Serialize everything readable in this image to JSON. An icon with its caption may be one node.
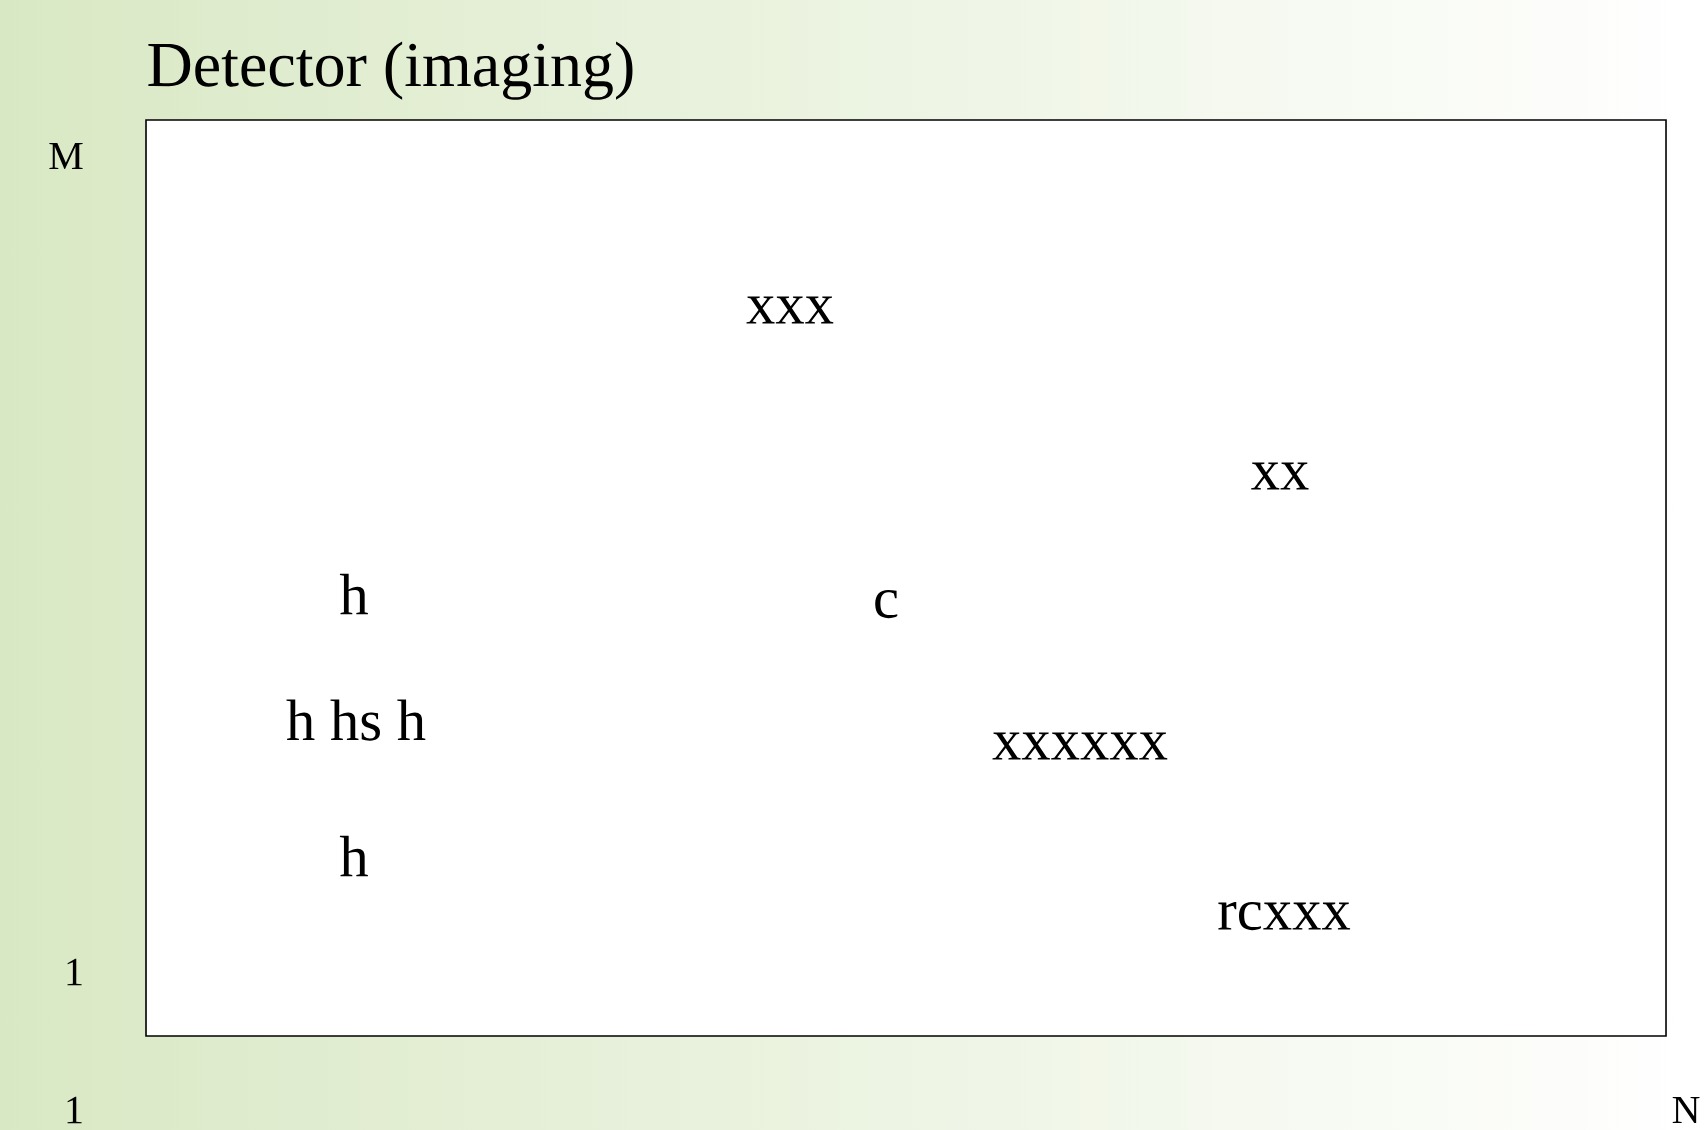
{
  "diagram": {
    "title": "Detector (imaging)",
    "nodes": [
      {
        "text": [
          "xxx",
          "xx",
          "h",
          "c",
          "h hs h",
          "xxxxxx",
          "h",
          "rcxxx"
        ]
      }
    ],
    "edges": [],
    "labels": [
      "M",
      "1",
      "1",
      "N"
    ]
  }
}
